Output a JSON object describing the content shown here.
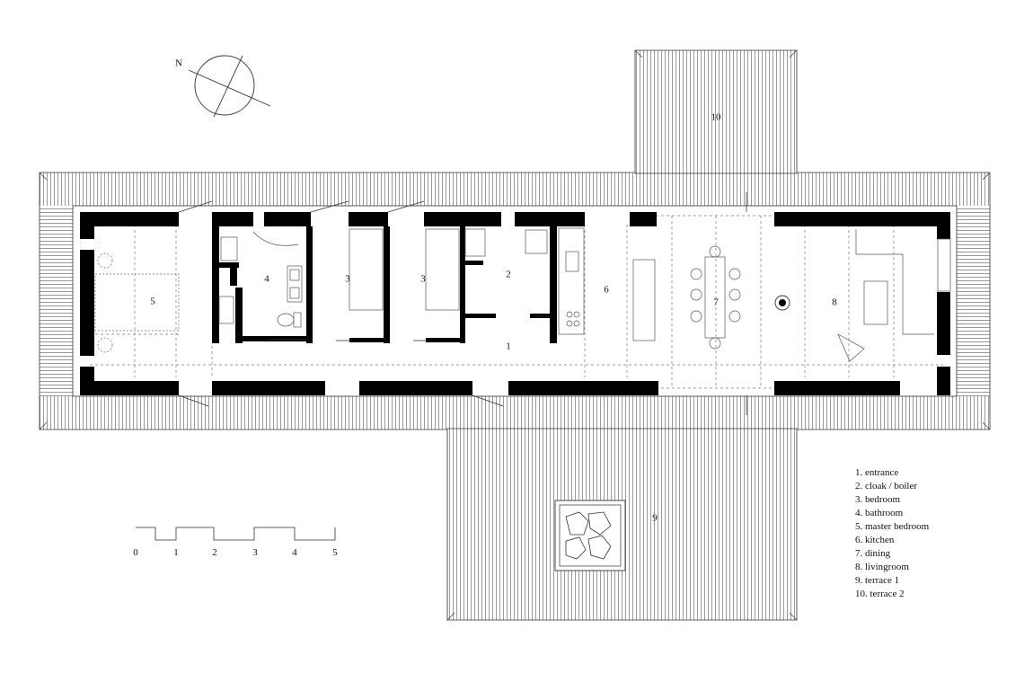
{
  "compass": {
    "north_label": "N"
  },
  "rooms": [
    {
      "id": "r1",
      "number": "1"
    },
    {
      "id": "r2",
      "number": "2"
    },
    {
      "id": "r3a",
      "number": "3"
    },
    {
      "id": "r3b",
      "number": "3"
    },
    {
      "id": "r4",
      "number": "4"
    },
    {
      "id": "r5",
      "number": "5"
    },
    {
      "id": "r6",
      "number": "6"
    },
    {
      "id": "r7",
      "number": "7"
    },
    {
      "id": "r8",
      "number": "8"
    },
    {
      "id": "r9",
      "number": "9"
    },
    {
      "id": "r10",
      "number": "10"
    }
  ],
  "legend": [
    "1.  entrance",
    "2.  cloak / boiler",
    "3.  bedroom",
    "4.  bathroom",
    "5.  master bedroom",
    "6.  kitchen",
    "7.  dining",
    "8.  livingroom",
    "9.  terrace 1",
    "10.  terrace 2"
  ],
  "scale_bar": {
    "ticks": [
      "0",
      "1",
      "2",
      "3",
      "4",
      "5"
    ]
  }
}
